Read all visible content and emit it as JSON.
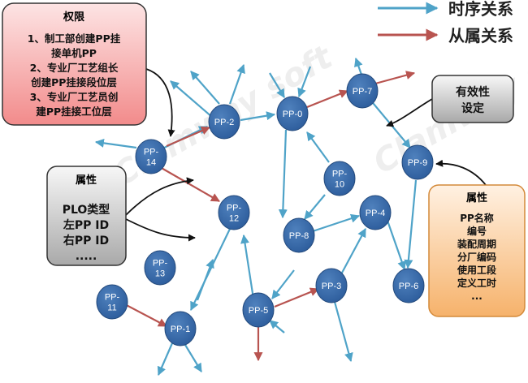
{
  "legend": {
    "sequence_label": "时序关系",
    "belong_label": "从属关系",
    "sequence_color": "#4fa3c8",
    "belong_color": "#b85450"
  },
  "boxes": {
    "permission": {
      "title": "权限",
      "lines": [
        "1、制工部创建PP挂",
        "接单机PP",
        "2、专业厂工艺组长",
        "创建PP挂接段位层",
        "3、专业厂工艺员创",
        "建PP挂接工位层"
      ]
    },
    "attr_left": {
      "title": "属性",
      "lines": [
        "PLO类型",
        "左PP ID",
        "右PP ID",
        "....."
      ]
    },
    "validity": {
      "lines": [
        "有效性",
        "设定"
      ]
    },
    "attr_right": {
      "title": "属性",
      "lines": [
        "PP名称",
        "编号",
        "装配周期",
        "分厂编码",
        "使用工段",
        "定义工时",
        "..."
      ]
    }
  },
  "nodes": {
    "n0": [
      "PP-0"
    ],
    "n1": [
      "PP-1"
    ],
    "n2": [
      "PP-2"
    ],
    "n3": [
      "PP-3"
    ],
    "n4": [
      "PP-4"
    ],
    "n5": [
      "PP-5"
    ],
    "n6": [
      "PP-6"
    ],
    "n7": [
      "PP-7"
    ],
    "n8": [
      "PP-8"
    ],
    "n9": [
      "PP-9"
    ],
    "n10": [
      "PP-",
      "10"
    ],
    "n11": [
      "PP-",
      "11"
    ],
    "n12": [
      "PP-",
      "12"
    ],
    "n13": [
      "PP-",
      "13"
    ],
    "n14": [
      "PP-",
      "14"
    ]
  },
  "watermark": "Clamway soft"
}
